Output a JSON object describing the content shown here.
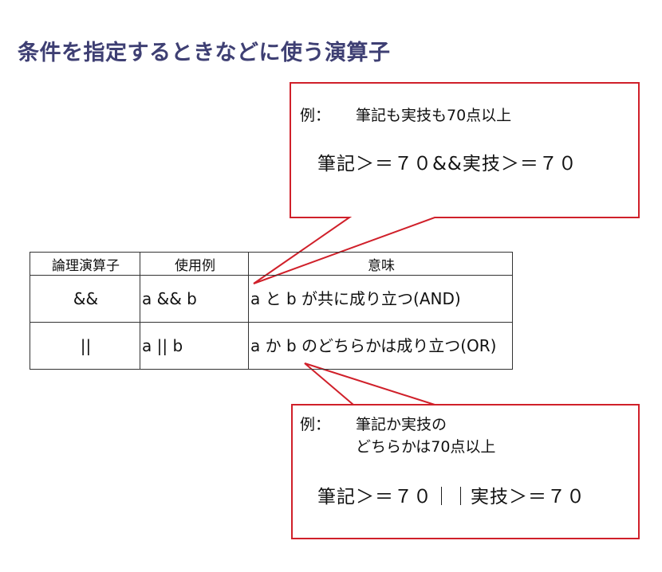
{
  "page": {
    "title": "条件を指定するときなどに使う演算子"
  },
  "table": {
    "headers": [
      "論理演算子",
      "使用例",
      "意味"
    ],
    "rows": [
      {
        "operator": "&&",
        "example": "a && b",
        "meaning": "a と b が共に成り立つ(AND)"
      },
      {
        "operator": "||",
        "example": "a || b",
        "meaning": "a か b のどちらかは成り立つ(OR)"
      }
    ]
  },
  "callout_and": {
    "label": "例：",
    "description": "筆記も実技も70点以上",
    "expression": "筆記＞＝７０&&実技＞＝７０"
  },
  "callout_or": {
    "label": "例：",
    "description_line1": "筆記か実技の",
    "description_line2": "どちらかは70点以上",
    "expression": "筆記＞＝７０｜｜実技＞＝７０"
  },
  "colors": {
    "title": "#3e3f73",
    "callout_border": "#d0202a",
    "table_border": "#333333"
  }
}
